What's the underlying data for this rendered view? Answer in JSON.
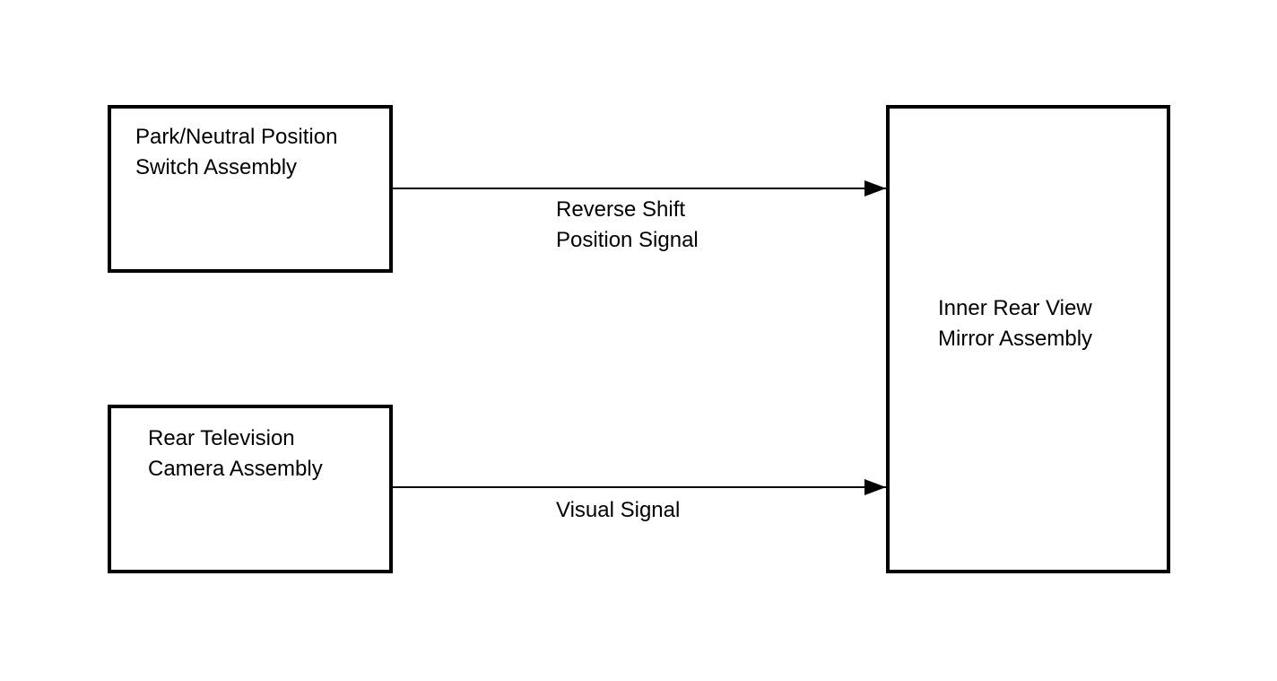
{
  "diagram": {
    "background_color": "#ffffff",
    "line_color": "#000000",
    "nodes": {
      "park_neutral_switch": {
        "label": "Park/Neutral Position\nSwitch Assembly"
      },
      "rear_tv_camera": {
        "label": "Rear Television\nCamera Assembly"
      },
      "inner_mirror": {
        "label": "Inner Rear View\nMirror Assembly"
      }
    },
    "connections": {
      "reverse_shift": {
        "label": "Reverse Shift\nPosition Signal",
        "from": "park_neutral_switch",
        "to": "inner_mirror",
        "direction": "right"
      },
      "visual": {
        "label": "Visual Signal",
        "from": "rear_tv_camera",
        "to": "inner_mirror",
        "direction": "right"
      }
    }
  }
}
